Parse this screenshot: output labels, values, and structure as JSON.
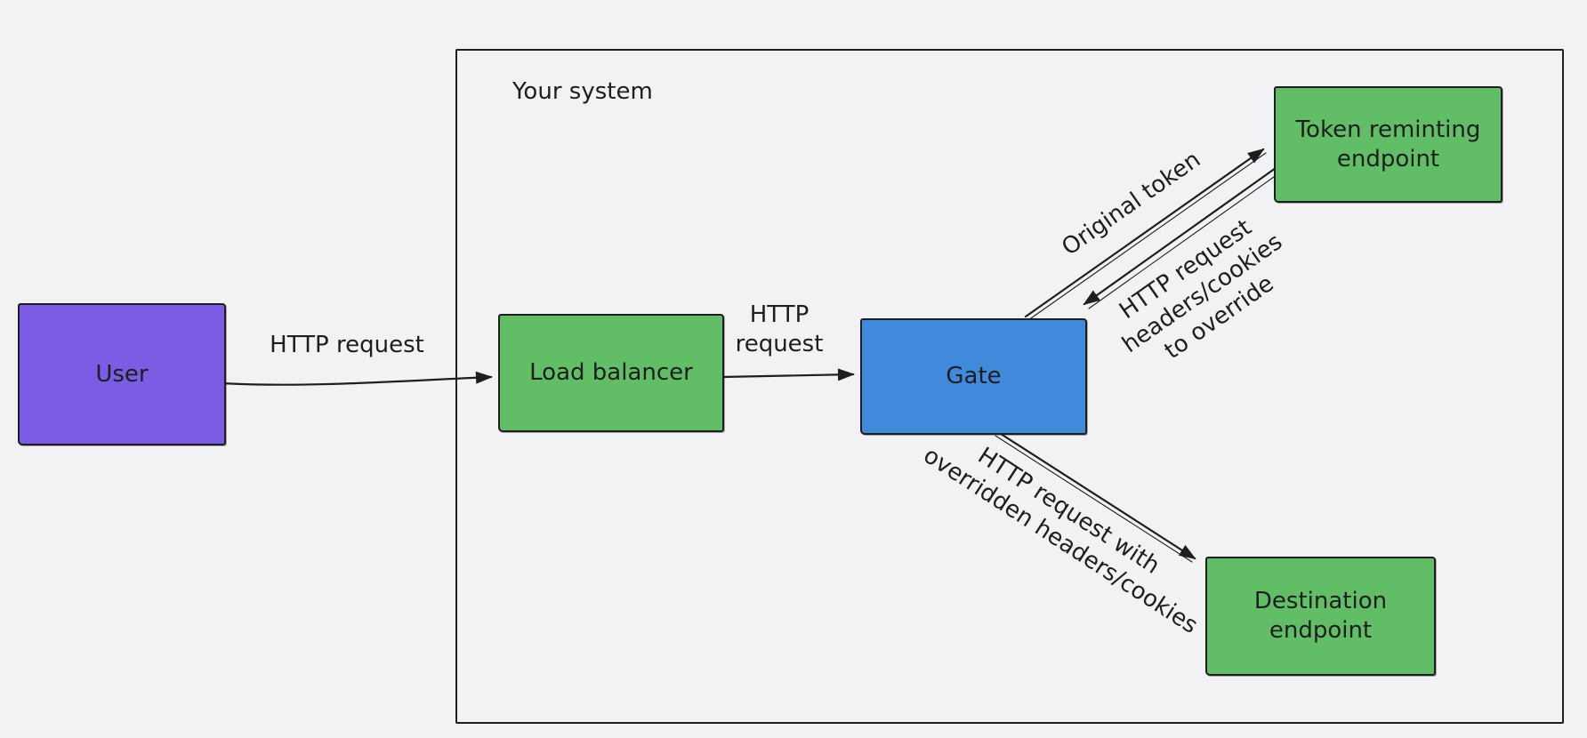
{
  "canvas": {
    "background": "#f2f2f4",
    "stroke": "#1e1e1e"
  },
  "container": {
    "label": "Your system"
  },
  "nodes": {
    "user": {
      "label": "User",
      "fill": "#7a5ce5"
    },
    "lb": {
      "label": "Load balancer",
      "fill": "#62be66"
    },
    "gate": {
      "label": "Gate",
      "fill": "#4189db"
    },
    "token": {
      "label": "Token reminting endpoint",
      "fill": "#62be66"
    },
    "dest": {
      "label": "Destination endpoint",
      "fill": "#62be66"
    }
  },
  "edges": {
    "user_to_lb": {
      "label": "HTTP request"
    },
    "lb_to_gate": {
      "lines": [
        "HTTP",
        "request"
      ]
    },
    "gate_to_token": {
      "label": "Original token"
    },
    "token_to_gate": {
      "lines": [
        "HTTP request",
        "headers/cookies",
        "to override"
      ]
    },
    "gate_to_dest": {
      "lines": [
        "HTTP request with",
        "overridden headers/cookies"
      ]
    }
  }
}
